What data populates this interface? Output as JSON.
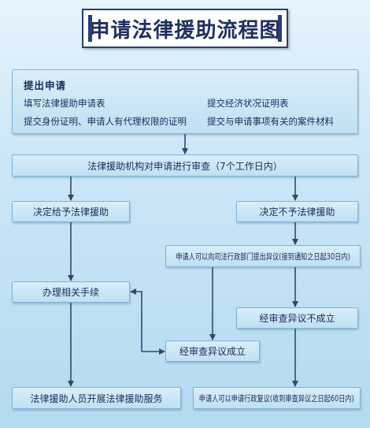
{
  "title": "申请法律援助流程图",
  "steps": {
    "apply": {
      "heading": "提出申请",
      "items": [
        "填写法律援助申请表",
        "提交经济状况证明表",
        "提交身份证明、申请人有代理权限的证明",
        "提交与申请事项有关的案件材料"
      ]
    },
    "review": "法律援助机构对申请进行审查（7个工作日内）",
    "grant": "决定给予法律援助",
    "deny": "决定不予法律援助",
    "objection": "申请人可以向司法行政部门提出异议(接到通知之日起30日内)",
    "procedures": "办理相关手续",
    "objection_rejected": "经审查异议不成立",
    "objection_upheld": "经审查异议成立",
    "service": "法律援助人员开展法律援助服务",
    "reconsideration": "申请人可以申请行政复议(收到审查异议之日起60日内)"
  },
  "colors": {
    "background_top": "#e6f4fc",
    "background_bottom": "#b3daf0",
    "box_fill": "#c9e6f6",
    "box_border": "#7fb3d8",
    "text": "#1b2c5a",
    "arrow": "#34476f",
    "title_border": "#2a3f6e"
  }
}
